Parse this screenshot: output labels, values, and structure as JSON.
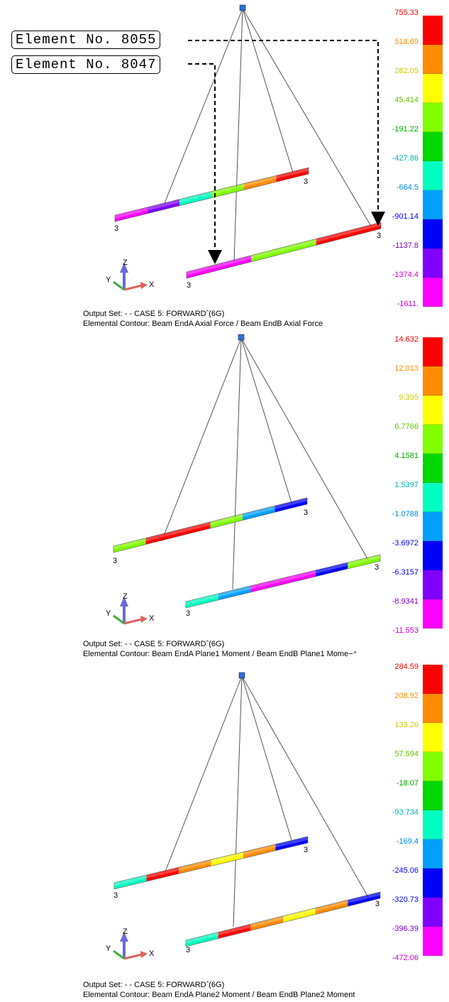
{
  "callouts": [
    {
      "text": "Element No. 8055"
    },
    {
      "text": "Element No. 8047"
    }
  ],
  "node_label": "3",
  "axes": {
    "x": "X",
    "y": "Y",
    "z": "Z"
  },
  "colorbar_colors": [
    "#ff0000",
    "#ff8c00",
    "#ffff00",
    "#80ff00",
    "#00d800",
    "#00ffc0",
    "#00a0ff",
    "#0000ff",
    "#8000ff",
    "#ff00ff"
  ],
  "panels": [
    {
      "legend": [
        "755.33",
        "518.69",
        "282.05",
        "45.414",
        "-191.22",
        "-427.86",
        "-664.5",
        "-901.14",
        "-1137.8",
        "-1374.4",
        "-1611."
      ],
      "legend_colors": [
        "#ff0000",
        "#ff8c00",
        "#cccc00",
        "#60c000",
        "#00aa00",
        "#00b0b0",
        "#0088dd",
        "#0000ff",
        "#8000d0",
        "#d000d0",
        "#d000d0"
      ],
      "output_set": "Output Set: - - CASE 5: FORWARDˆ(6G)",
      "contour": "Elemental Contour: Beam EndA Axial Force / Beam EndB Axial Force"
    },
    {
      "legend": [
        "14.632",
        "12.013",
        "9.395",
        "6.7766",
        "4.1581",
        "1.5397",
        "-1.0788",
        "-3.6972",
        "-6.3157",
        "-8.9341",
        "-11.553"
      ],
      "legend_colors": [
        "#ff0000",
        "#ff8c00",
        "#cccc00",
        "#60c000",
        "#00aa00",
        "#00b0b0",
        "#0088dd",
        "#0000ff",
        "#0000ff",
        "#8000d0",
        "#d000d0"
      ],
      "output_set": "Output Set: - - CASE 5: FORWARDˆ(6G)",
      "contour": "Elemental Contour: Beam EndA Plane1 Moment / Beam EndB Plane1 Mome−⁺"
    },
    {
      "legend": [
        "284.59",
        "208.92",
        "133.26",
        "57.594",
        "-18.07",
        "-93.734",
        "-169.4",
        "-245.06",
        "-320.73",
        "-396.39",
        "-472.06"
      ],
      "legend_colors": [
        "#ff0000",
        "#ff8c00",
        "#cccc00",
        "#60c000",
        "#00aa00",
        "#00b0b0",
        "#0088dd",
        "#0000ff",
        "#0000ff",
        "#8000d0",
        "#d000d0"
      ],
      "output_set": "Output Set: - - CASE 5: FORWARDˆ(6G)",
      "contour": "Elemental Contour: Beam EndA Plane2 Moment / Beam EndB Plane2 Moment"
    }
  ],
  "beam_colors": [
    {
      "rear": [
        "#ff00ff",
        "#8000ff",
        "#00ffc0",
        "#80ff00",
        "#ff8c00",
        "#ff0000"
      ],
      "front": [
        "#ff00ff",
        "#ff00ff",
        "#80ff00",
        "#80ff00",
        "#ff0000",
        "#ff0000"
      ]
    },
    {
      "rear": [
        "#80ff00",
        "#ff0000",
        "#ff0000",
        "#80ff00",
        "#00a0ff",
        "#0000ff"
      ],
      "front": [
        "#00ffc0",
        "#00a0ff",
        "#ff00ff",
        "#ff00ff",
        "#0000ff",
        "#80ff00"
      ]
    },
    {
      "rear": [
        "#00ffc0",
        "#ff0000",
        "#ff8c00",
        "#ffff00",
        "#ff8c00",
        "#0000ff"
      ],
      "front": [
        "#00ffc0",
        "#ff0000",
        "#ff8c00",
        "#ffff00",
        "#ff8c00",
        "#0000ff"
      ]
    }
  ]
}
